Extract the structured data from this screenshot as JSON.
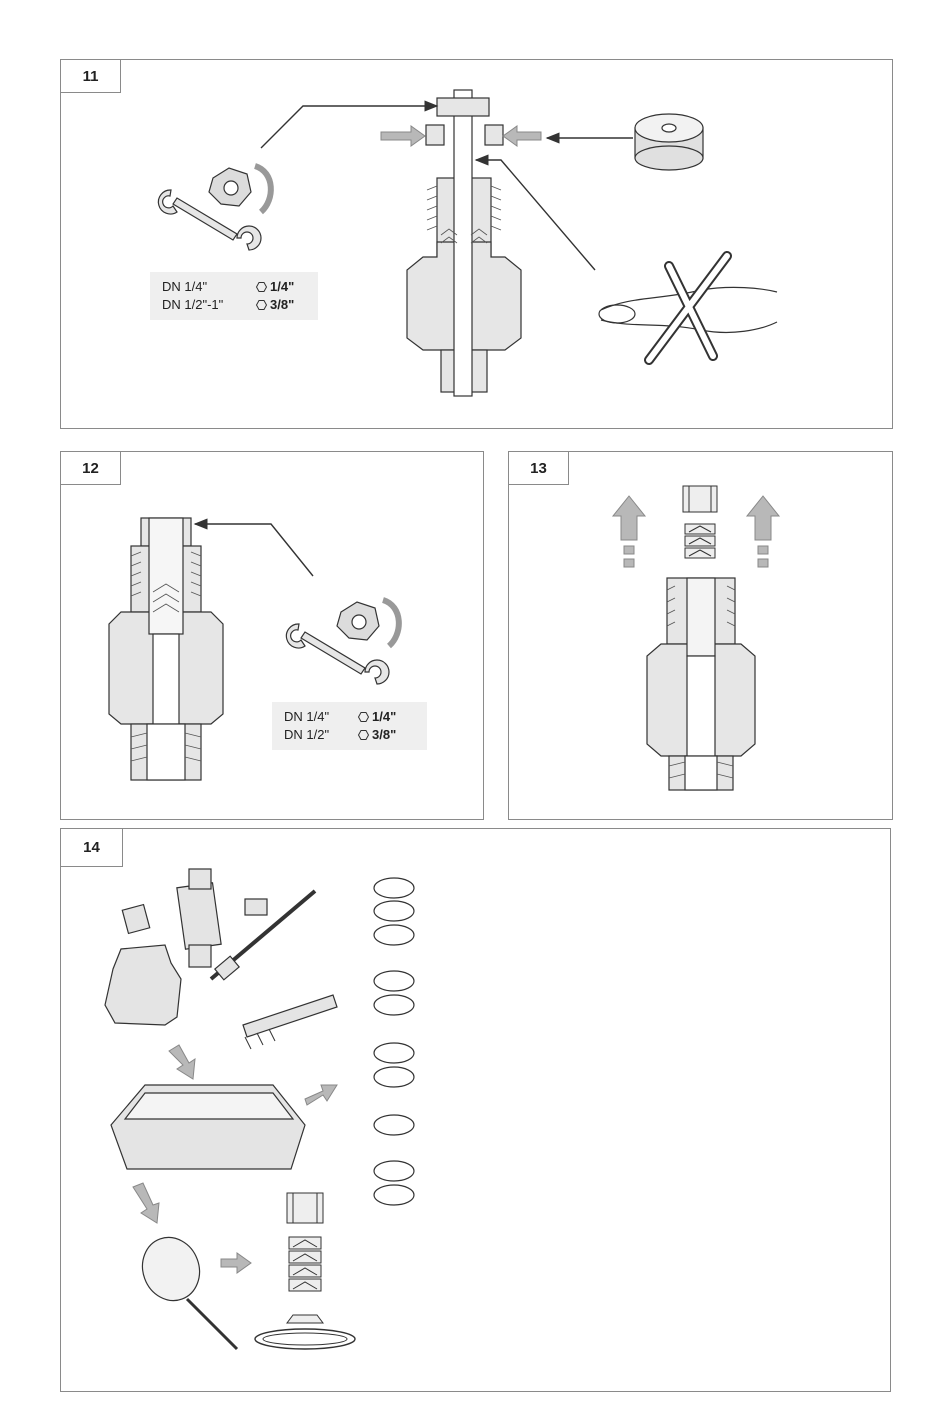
{
  "panels": {
    "p11": {
      "label": "11"
    },
    "p12": {
      "label": "12"
    },
    "p13": {
      "label": "13"
    },
    "p14": {
      "label": "14"
    }
  },
  "specs11": {
    "row1": {
      "size": "DN 1/4\"",
      "wrench": "1/4\""
    },
    "row2": {
      "size": "DN 1/2\"-1\"",
      "wrench": "3/8\""
    }
  },
  "specs12": {
    "row1": {
      "size": "DN 1/4\"",
      "wrench": "1/4\""
    },
    "row2": {
      "size": "DN 1/2\"",
      "wrench": "3/8\""
    }
  },
  "colors": {
    "line": "#333333",
    "body": "#e6e6e6",
    "arrow": "#b8b8b8",
    "border": "#8a8a8a",
    "specbg": "#efefef"
  },
  "icons": [
    "wrench-icon",
    "hex-nut-icon",
    "rotate-arrow-icon",
    "knurled-nut-icon",
    "pliers-icon",
    "cross-mark-icon",
    "up-arrow-icon",
    "magnifier-icon",
    "brush-icon",
    "tray-icon",
    "o-ring-icon"
  ]
}
